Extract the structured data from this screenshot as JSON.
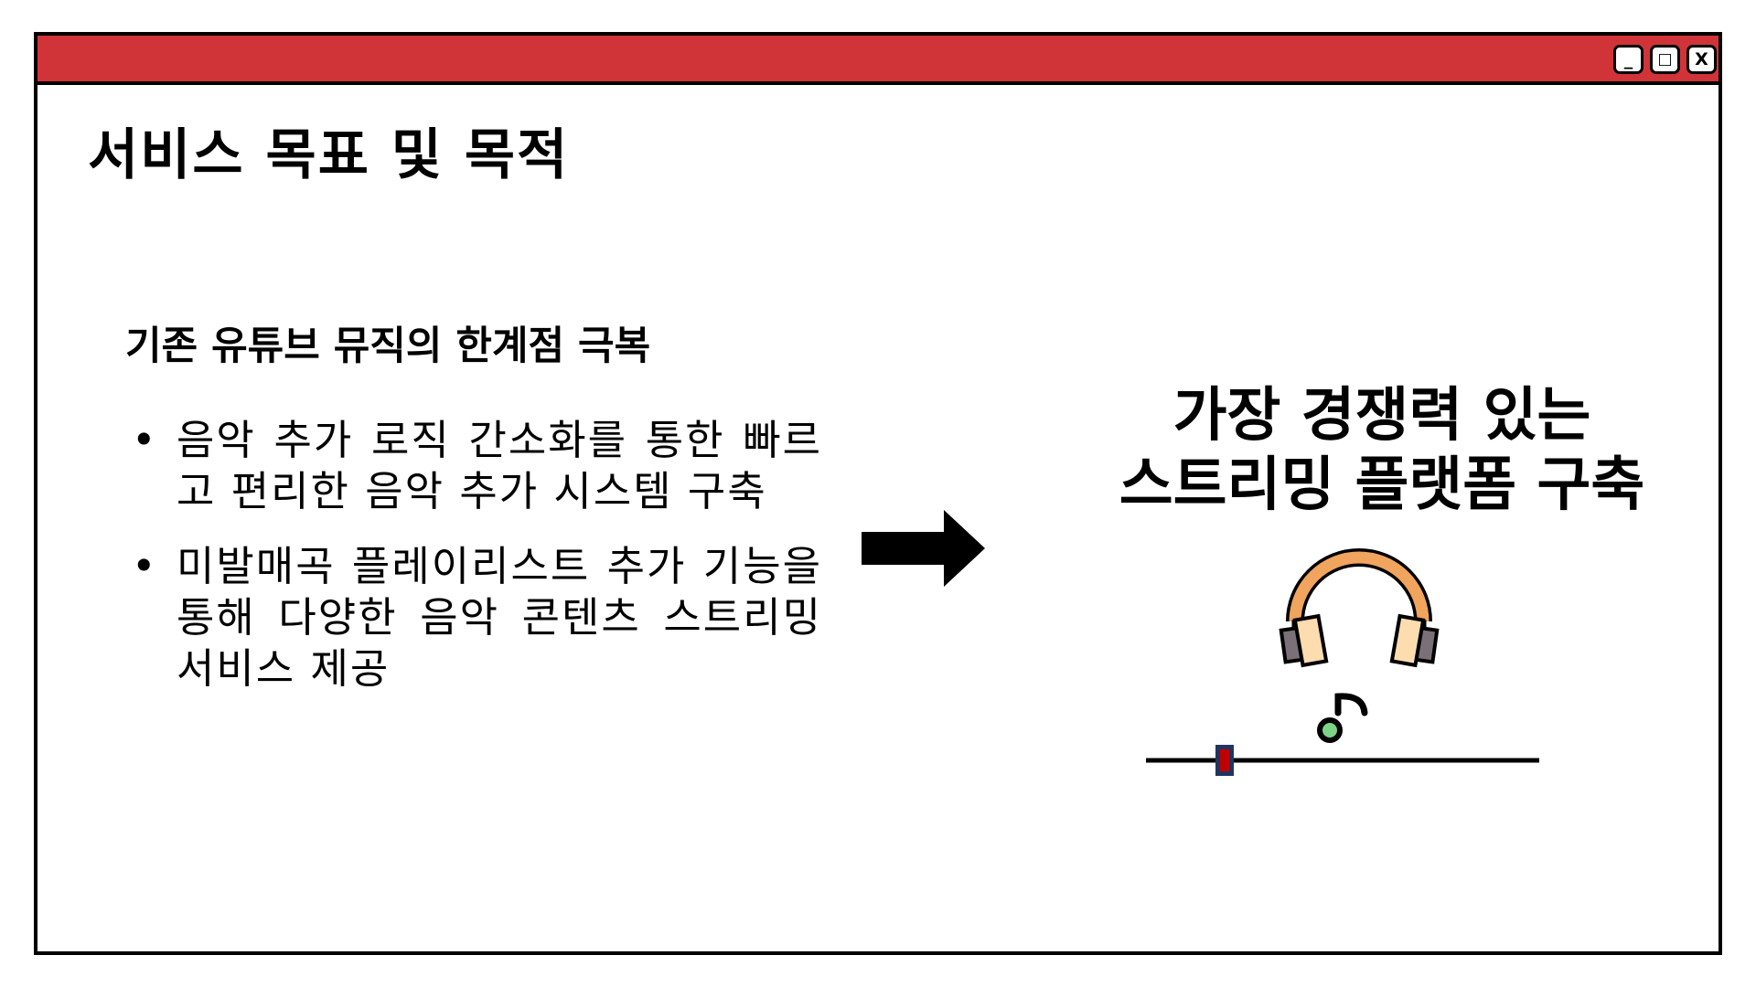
{
  "window": {
    "controls": {
      "minimize": "_",
      "maximize": "□",
      "close": "X"
    },
    "accent": "#d13438"
  },
  "slide": {
    "title": "서비스 목표 및 목적",
    "left_heading": "기존 유튜브 뮤직의 한계점 극복",
    "bullets": [
      "음악 추가 로직 간소화를 통한 빠르고 편리한 음악 추가 시스템 구축",
      "미발매곡 플레이리스트 추가 기능을 통해 다양한 음악 콘텐츠 스트리밍 서비스 제공"
    ],
    "right_title_line1": "가장 경쟁력 있는",
    "right_title_line2": "스트리밍 플랫폼 구축"
  },
  "player": {
    "progress": 0.2
  }
}
